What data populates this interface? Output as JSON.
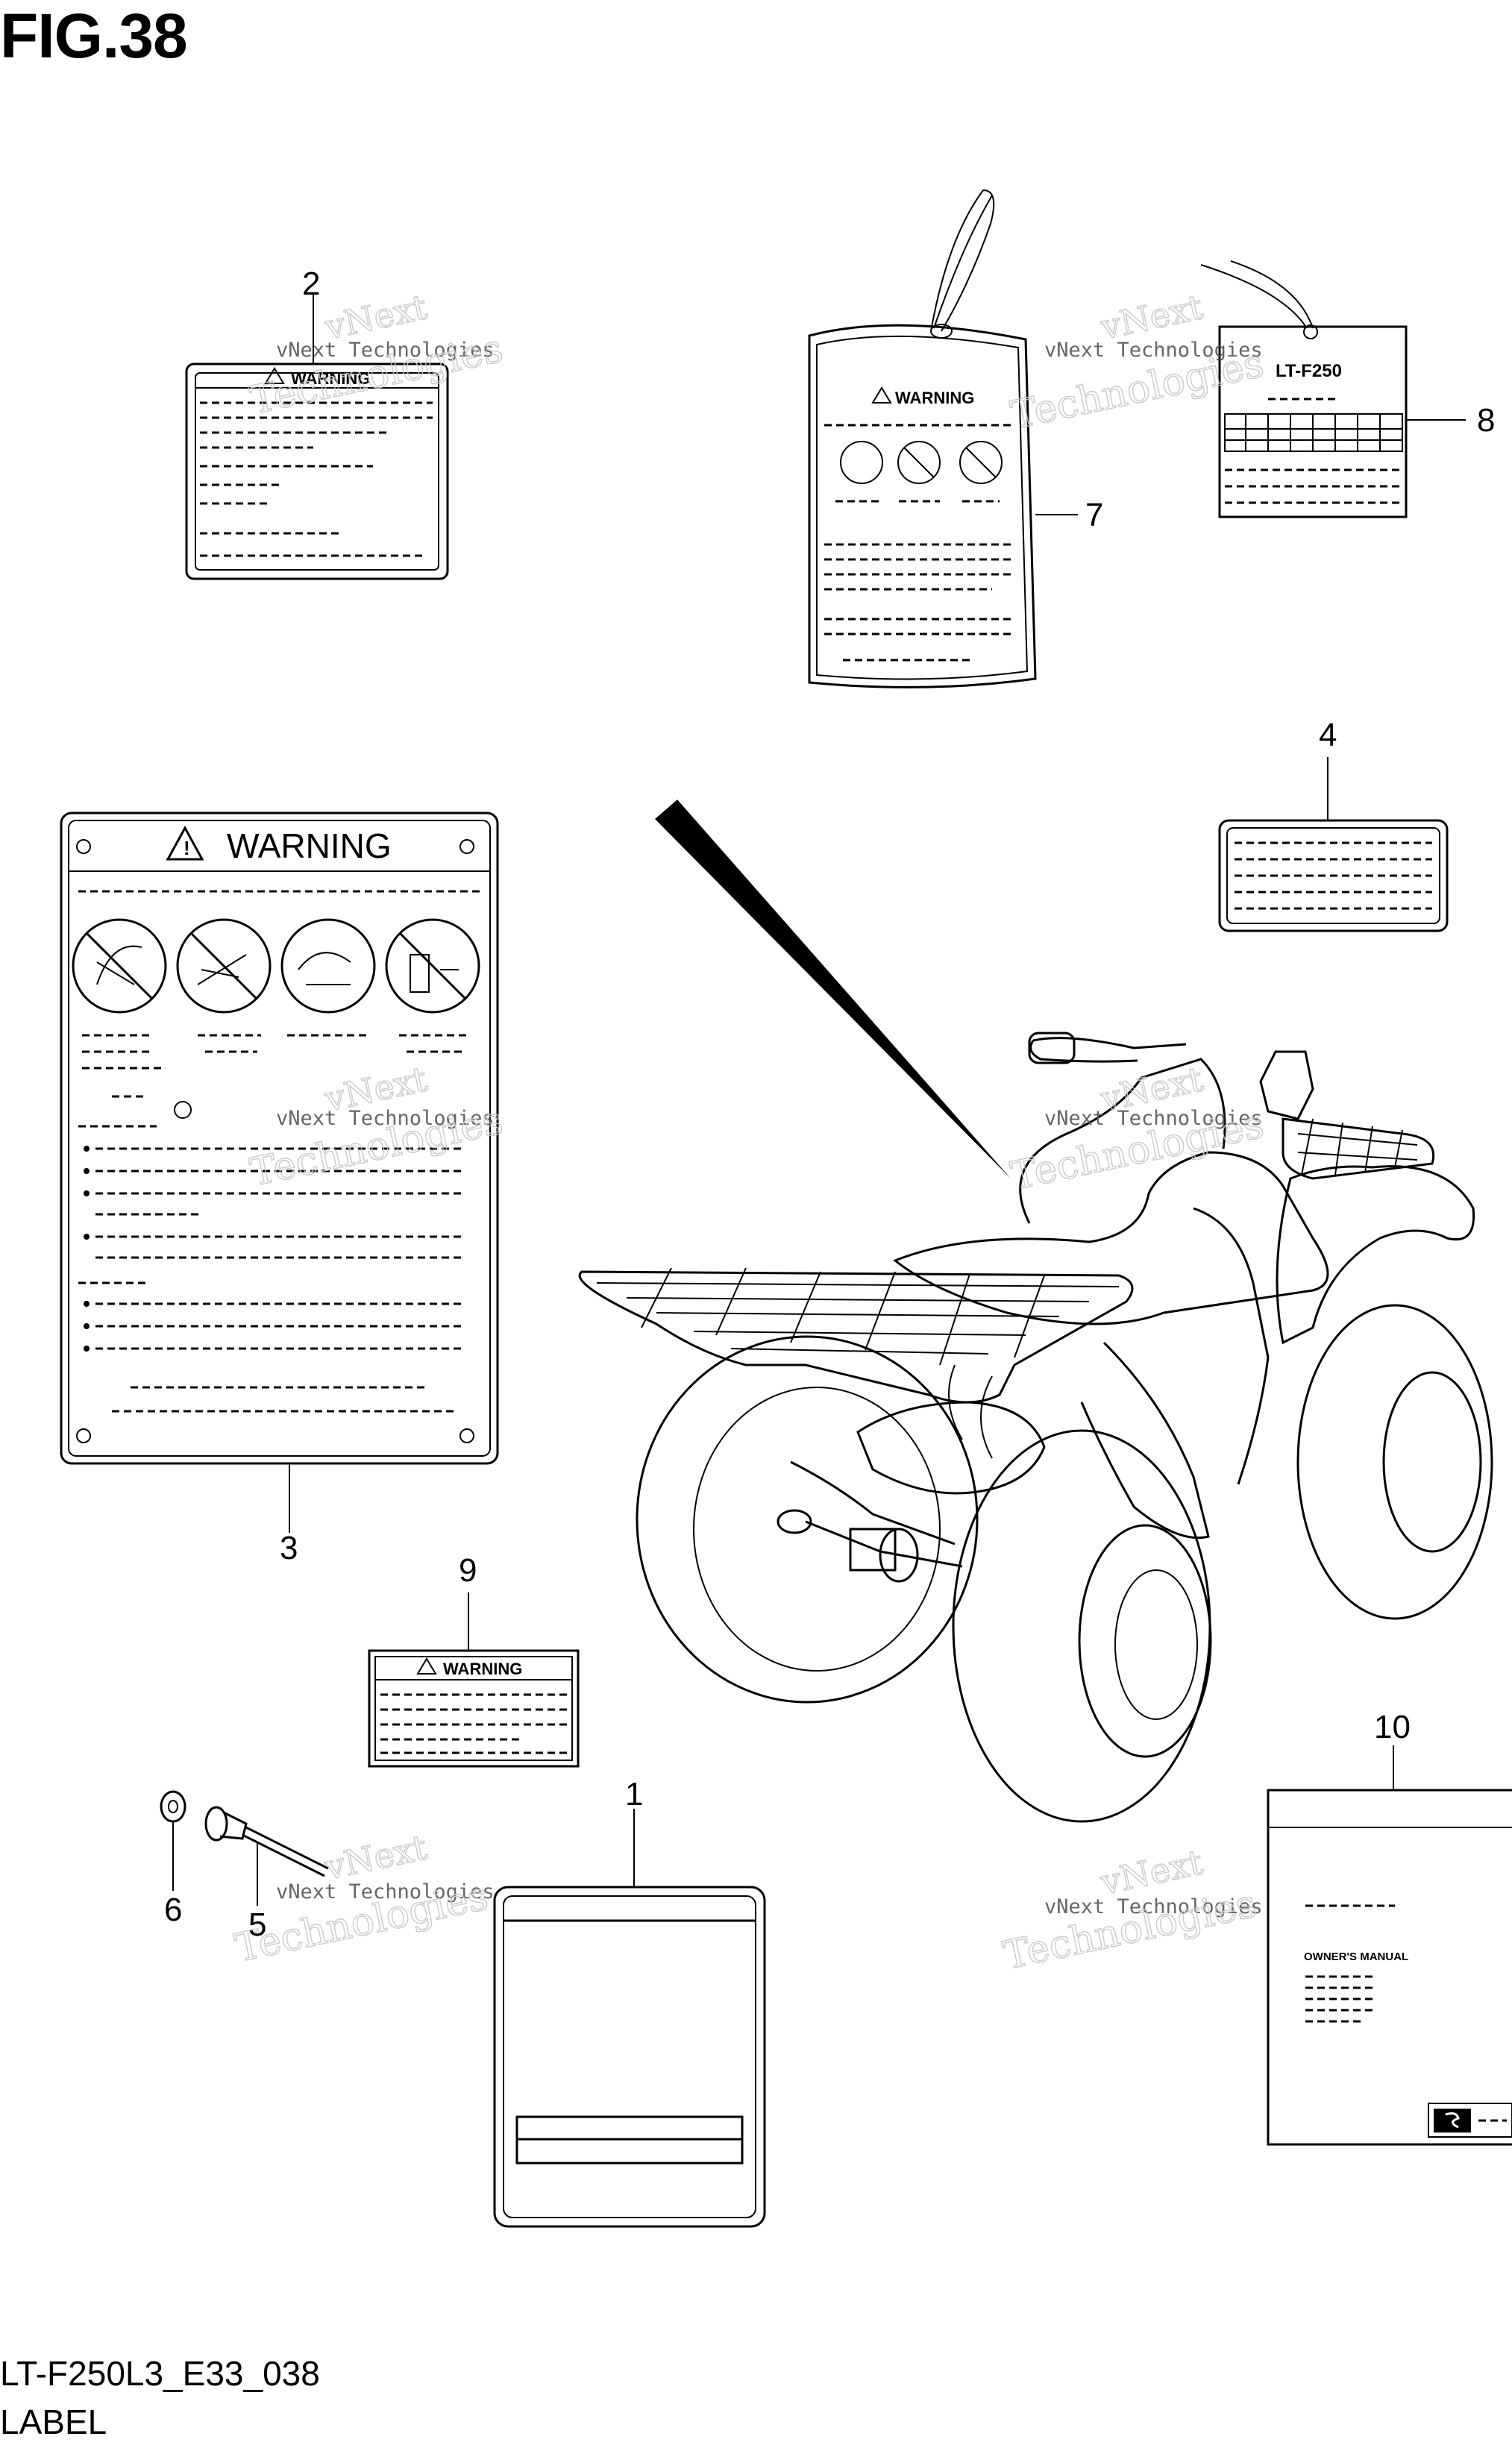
{
  "figure": {
    "title": "FIG.38",
    "code": "LT-F250L3_E33_038",
    "caption": "LABEL"
  },
  "callouts": [
    "1",
    "2",
    "3",
    "4",
    "5",
    "6",
    "7",
    "8",
    "9",
    "10"
  ],
  "labels": {
    "warning_text": "WARNING",
    "model_tag": "LT-F250",
    "manual_text": "OWNER'S MANUAL"
  },
  "watermark": {
    "line1": "vNext Technologies",
    "line2": "vNext",
    "line3": "Technologies"
  },
  "colors": {
    "ink": "#000000",
    "background": "#ffffff",
    "watermark": "#c8c8c8"
  }
}
